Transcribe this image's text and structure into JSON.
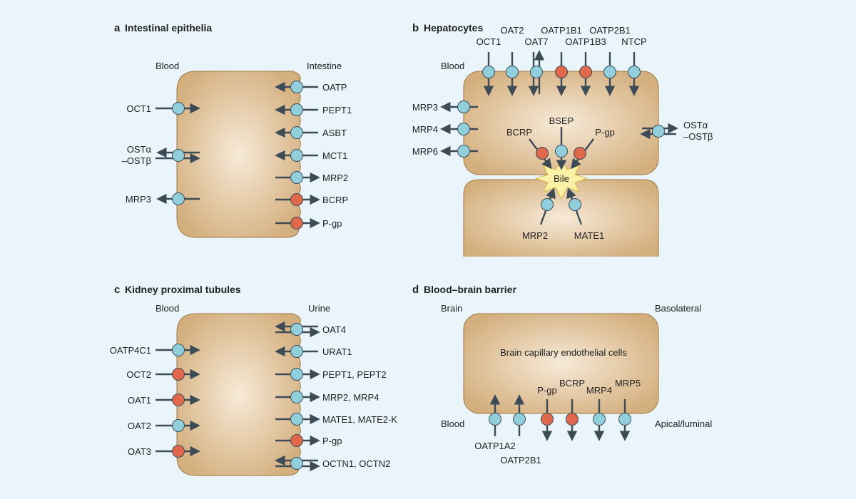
{
  "colors": {
    "background": "#e9f5fa",
    "cell": "#d4af7e",
    "cell_edge": "#a07840",
    "cell_center": "#f7ead8",
    "transporter_blue": "#92cfdc",
    "transporter_red": "#e0684c",
    "arrow": "#3d4b57",
    "bile": "#fbf2a8"
  },
  "panel_a": {
    "letter": "a",
    "title": "Intestinal epithelia",
    "side_left": "Blood",
    "side_right": "Intestine",
    "left": [
      {
        "label": "OCT1",
        "color": "blue"
      },
      {
        "label": "OSTα",
        "label2": "–OSTβ",
        "color": "blue"
      },
      {
        "label": "MRP3",
        "color": "blue"
      }
    ],
    "right": [
      {
        "label": "OATP",
        "color": "blue"
      },
      {
        "label": "PEPT1",
        "color": "blue"
      },
      {
        "label": "ASBT",
        "color": "blue"
      },
      {
        "label": "MCT1",
        "color": "blue"
      },
      {
        "label": "MRP2",
        "color": "blue"
      },
      {
        "label": "BCRP",
        "color": "red"
      },
      {
        "label": "P-gp",
        "color": "red"
      }
    ]
  },
  "panel_b": {
    "letter": "b",
    "title": "Hepatocytes",
    "side_left": "Blood",
    "top": [
      {
        "label": "OCT1",
        "color": "blue"
      },
      {
        "label": "OAT2",
        "color": "blue"
      },
      {
        "label": "OAT7",
        "color": "blue"
      },
      {
        "label": "OATP1B1",
        "color": "red"
      },
      {
        "label": "OATP1B3",
        "color": "red"
      },
      {
        "label": "OATP2B1",
        "color": "blue"
      },
      {
        "label": "NTCP",
        "color": "blue"
      }
    ],
    "left": [
      {
        "label": "MRP3",
        "color": "blue"
      },
      {
        "label": "MRP4",
        "color": "blue"
      },
      {
        "label": "MRP6",
        "color": "blue"
      }
    ],
    "right": {
      "label": "OSTα",
      "label2": "–OSTβ",
      "color": "blue"
    },
    "canalicular": [
      {
        "label": "BCRP",
        "color": "red"
      },
      {
        "label": "BSEP",
        "color": "blue"
      },
      {
        "label": "P-gp",
        "color": "red"
      },
      {
        "label": "MRP2",
        "color": "blue"
      },
      {
        "label": "MATE1",
        "color": "blue"
      }
    ],
    "bile": "Bile"
  },
  "panel_c": {
    "letter": "c",
    "title": "Kidney proximal tubules",
    "side_left": "Blood",
    "side_right": "Urine",
    "left": [
      {
        "label": "OATP4C1",
        "color": "blue"
      },
      {
        "label": "OCT2",
        "color": "red"
      },
      {
        "label": "OAT1",
        "color": "red"
      },
      {
        "label": "OAT2",
        "color": "blue"
      },
      {
        "label": "OAT3",
        "color": "red"
      }
    ],
    "right": [
      {
        "label": "OAT4",
        "color": "blue"
      },
      {
        "label": "URAT1",
        "color": "blue"
      },
      {
        "label": "PEPT1, PEPT2",
        "color": "blue"
      },
      {
        "label": "MRP2, MRP4",
        "color": "blue"
      },
      {
        "label": "MATE1, MATE2-K",
        "color": "blue"
      },
      {
        "label": "P-gp",
        "color": "red"
      },
      {
        "label": "OCTN1, OCTN2",
        "color": "blue"
      }
    ]
  },
  "panel_d": {
    "letter": "d",
    "title": "Blood–brain barrier",
    "label_brain": "Brain",
    "label_basolateral": "Basolateral",
    "label_blood": "Blood",
    "label_apical": "Apical/luminal",
    "cell_label": "Brain capillary endothelial cells",
    "bottom": [
      {
        "label": "OATP1A2",
        "color": "blue"
      },
      {
        "label": "OATP2B1",
        "color": "blue"
      },
      {
        "label": "P-gp",
        "color": "red"
      },
      {
        "label": "BCRP",
        "color": "red"
      },
      {
        "label": "MRP4",
        "color": "blue"
      },
      {
        "label": "MRP5",
        "color": "blue"
      }
    ]
  }
}
